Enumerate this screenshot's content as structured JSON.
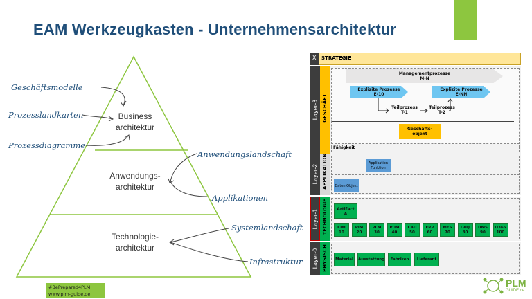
{
  "title": "EAM Werkzeugkasten - Unternehmensarchitektur",
  "pyramid": {
    "tiers": [
      "Business\narchitektur",
      "Anwendungs-\narchitektur",
      "Technologie-\narchitektur"
    ],
    "left_labels": [
      "Geschäftsmodelle",
      "Prozesslandkarten",
      "Prozessdiagramme"
    ],
    "right_labels": [
      "Anwendungslandschaft",
      "Applikationen",
      "Systemlandschaft",
      "Infrastruktur"
    ]
  },
  "layers": {
    "x": {
      "tag": "X",
      "label": "STRATEGIE"
    },
    "l3": {
      "tag": "Layer-3",
      "label": "GESCHÄFT",
      "mgmt": "Managementprozesse\nM-N",
      "explizit_1": "Explizite Prozesse\nE-10",
      "explizit_2": "Explizite Prozesse\nE-NN",
      "teil_1": "Teilprozess\nT-1",
      "teil_2": "Teilprozess\nT-2",
      "objekt": "Geschäfts-\nobjekt",
      "faehigkeit": "Fähigkeit"
    },
    "l2": {
      "tag": "Layer-2",
      "label": "APPLIKATION",
      "funktion": "Applikation\nFunktion",
      "daten": "Daten Objekt"
    },
    "l1": {
      "tag": "Layer-1",
      "label": "TECHNOLOGIE",
      "artifact": "Artifact\nA",
      "apps": [
        "CIM\n10",
        "PIM\n20",
        "PLM\n30",
        "PDM\n40",
        "CAD\n50",
        "ERP\n60",
        "MES\n70",
        "CAQ\n80",
        "DMS\n90",
        "O365\n100"
      ]
    },
    "l0": {
      "tag": "Layer-0",
      "label": "PHYSISCH",
      "items": [
        "Material",
        "Ausstattung",
        "Fabriken",
        "Lieferant"
      ]
    }
  },
  "footer": {
    "hashtag": "#BePrepared4PLM",
    "url": "www.plm-guide.de"
  },
  "logo": {
    "text": "PLM",
    "sub": "GUIDE.de"
  },
  "colors": {
    "title": "#1f4e79",
    "green": "#8dc63f",
    "app_green": "#00b050",
    "blue": "#6ec6f1",
    "strategy": "#ffe699",
    "gold": "#ffc000"
  }
}
